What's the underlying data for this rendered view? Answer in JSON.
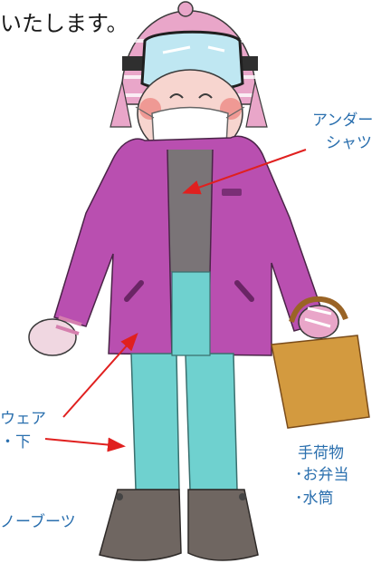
{
  "top_text": "いたします。",
  "labels": {
    "undershirt": [
      "アンダー",
      "シャツ"
    ],
    "wear": [
      "ウェア",
      "・下"
    ],
    "boots": "ノーブーツ",
    "hand_luggage": [
      "手荷物",
      "･お弁当",
      "･水筒"
    ]
  },
  "colors": {
    "label_text": "#2a6fae",
    "arrow": "#e0201f",
    "jacket": "#b94fb0",
    "pants": "#6fd1cf",
    "boots": "#6f6661",
    "hat": "#e9a6c9",
    "bag": "#d39a3f"
  }
}
